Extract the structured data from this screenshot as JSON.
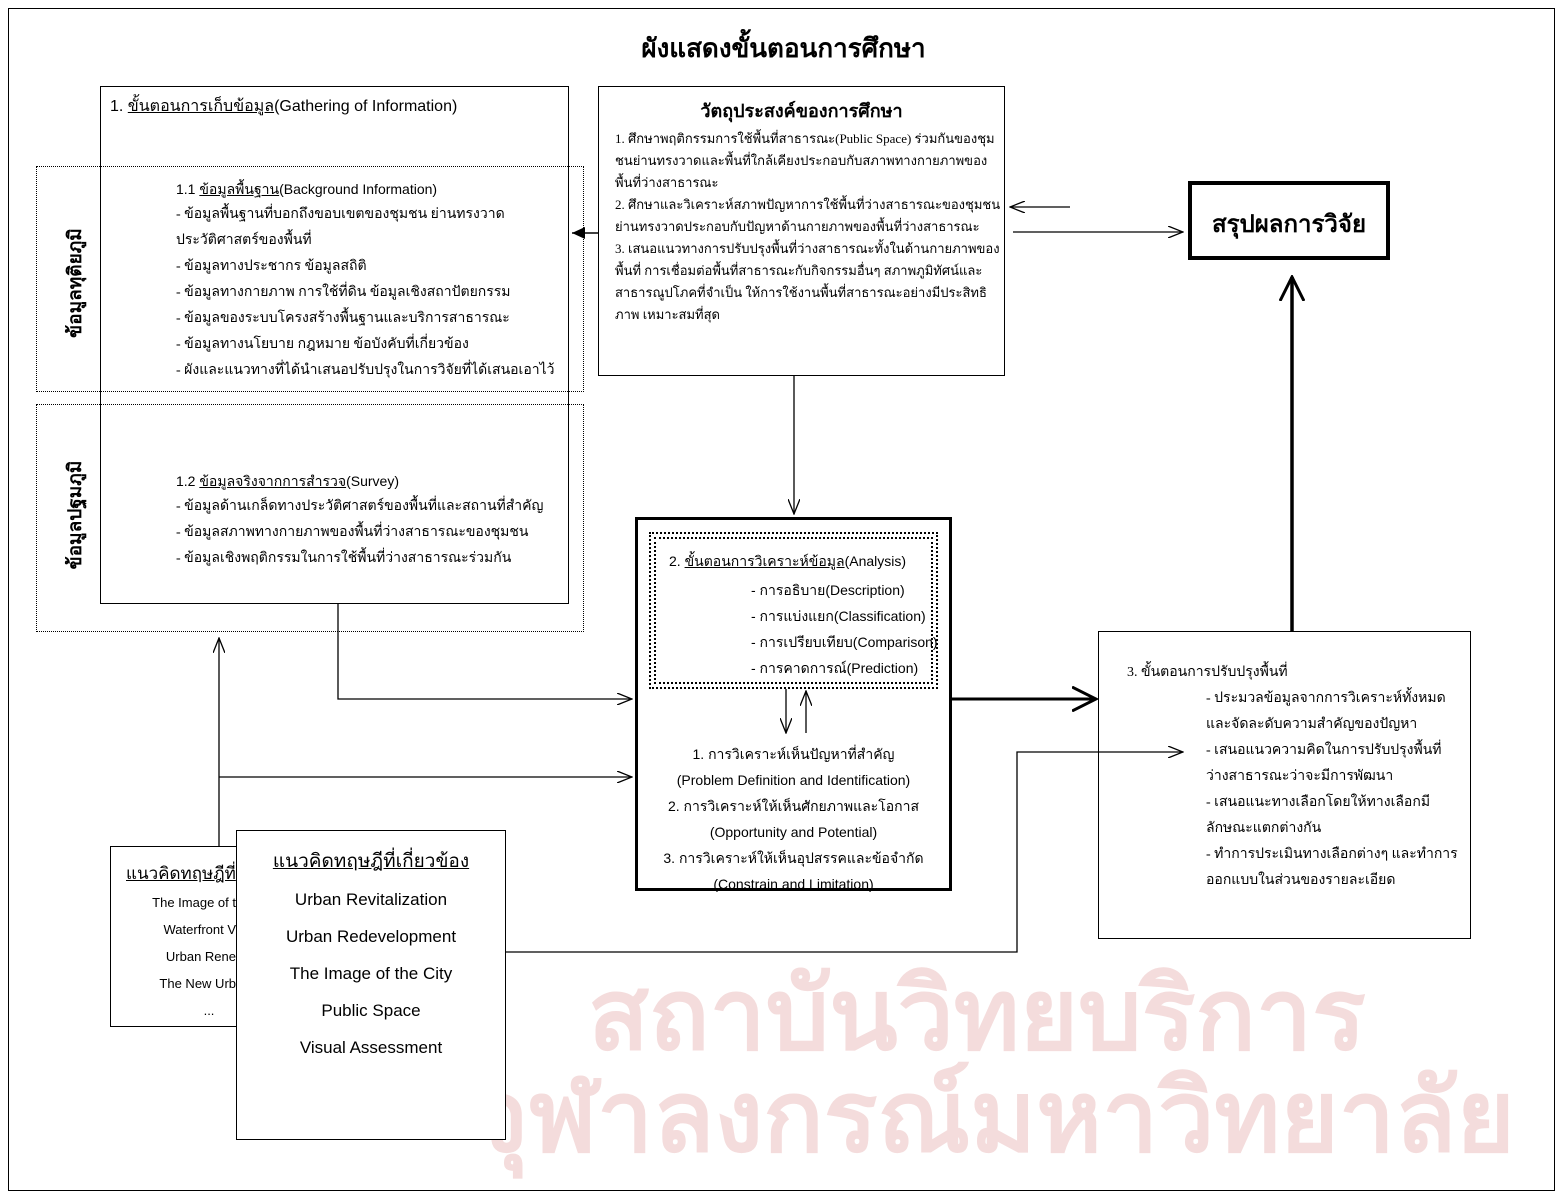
{
  "title": "ผังแสดงขั้นตอนการศึกษา",
  "watermark": {
    "line1": "สถาบันวิทยบริการ",
    "line2": "จุฬาลงกรณ์มหาวิทยาลัย"
  },
  "gathering": {
    "heading_prefix": "1. ",
    "heading_underlined": "ขั้นตอนการเก็บข้อมูล",
    "heading_suffix": "(Gathering of Information)",
    "secondary_label": "ข้อมูลทุติยภูมิ",
    "primary_label": "ข้อมูลปฐมภูมิ",
    "background": {
      "heading_prefix": "1.1 ",
      "heading_underlined": "ข้อมูลพื้นฐาน",
      "heading_suffix": "(Background Information)",
      "items": [
        "- ข้อมูลพื้นฐานที่บอกถึงขอบเขตของชุมชน ย่านทรงวาด",
        "  ประวัติศาสตร์ของพื้นที่",
        "- ข้อมูลทางประชากร ข้อมูลสถิติ",
        "- ข้อมูลทางกายภาพ การใช้ที่ดิน ข้อมูลเชิงสถาปัตยกรรม",
        "- ข้อมูลของระบบโครงสร้างพื้นฐานและบริการสาธารณะ",
        "- ข้อมูลทางนโยบาย กฎหมาย ข้อบังคับที่เกี่ยวข้อง",
        "- ผังและแนวทางที่ได้นำเสนอปรับปรุงในการวิจัยที่ได้เสนอเอาไว้"
      ]
    },
    "survey": {
      "heading_prefix": "1.2 ",
      "heading_underlined": "ข้อมูลจริงจากการสำรวจ",
      "heading_suffix": "(Survey)",
      "items": [
        "- ข้อมูลด้านเกล็ดทางประวัติศาสตร์ของพื้นที่และสถานที่สำคัญ",
        "- ข้อมูลสภาพทางกายภาพของพื้นที่ว่างสาธารณะของชุมชน",
        "- ข้อมูลเชิงพฤติกรรมในการใช้พื้นที่ว่างสาธารณะร่วมกัน"
      ]
    }
  },
  "objectives": {
    "heading": "วัตถุประสงค์ของการศึกษา",
    "lines": [
      "1. ศึกษาพฤติกรรมการใช้พื้นที่สาธารณะ(Public Space) ร่วมกันของชุม",
      "ชนย่านทรงวาดและพื้นที่ใกล้เคียงประกอบกับสภาพทางกายภาพของ",
      "พื้นที่ว่างสาธารณะ",
      "2. ศึกษาและวิเคราะห์สภาพปัญหาการใช้พื้นที่ว่างสาธารณะของชุมชน",
      "ย่านทรงวาดประกอบกับปัญหาด้านกายภาพของพื้นที่ว่างสาธารณะ",
      "3. เสนอแนวทางการปรับปรุงพื้นที่ว่างสาธารณะทั้งในด้านกายภาพของ",
      "พื้นที่ การเชื่อมต่อพื้นที่สาธารณะกับกิจกรรมอื่นๆ สภาพภูมิทัศน์และ",
      "สาธารณูปโภคที่จำเป็น ให้การใช้งานพื้นที่สาธารณะอย่างมีประสิทธิ",
      "ภาพ เหมาะสมที่สุด"
    ]
  },
  "result": {
    "label": "สรุปผลการวิจัย"
  },
  "analysis": {
    "heading_prefix": "2. ",
    "heading_underlined": "ขั้นตอนการวิเคราะห์ข้อมูล",
    "heading_suffix": "(Analysis)",
    "methods": [
      "- การอธิบาย(Description)",
      "- การแบ่งแยก(Classification)",
      "- การเปรียบเทียบ(Comparison)",
      "- การคาดการณ์(Prediction)"
    ],
    "results": [
      "1. การวิเคราะห์เห็นปัญหาที่สำคัญ",
      "(Problem Definition and Identification)",
      "2. การวิเคราะห์ให้เห็นศักยภาพและโอกาส",
      "(Opportunity and Potential)",
      "3. การวิเคราะห์ให้เห็นอุปสรรคและข้อจำกัด",
      "(Constrain and Limitation)"
    ]
  },
  "improvement": {
    "heading": "3. ขั้นตอนการปรับปรุงพื้นที่",
    "lines": [
      "- ประมวลข้อมูลจากการวิเคราะห์ทั้งหมด",
      "และจัดละดับความสำคัญของปัญหา",
      "- เสนอแนวความคิดในการปรับปรุงพื้นที่",
      "ว่างสาธารณะว่าจะมีการพัฒนา",
      "- เสนอแนะทางเลือกโดยให้ทางเลือกมี",
      "ลักษณะแตกต่างกัน",
      "- ทำการประเมินทางเลือกต่างๆ และทำการ",
      "ออกแบบในส่วนของรายละเอียด"
    ]
  },
  "theory_back": {
    "heading": "แนวคิดทฤษฎีที่",
    "items": [
      "The Image of t",
      "Waterfront V",
      "Urban Rene",
      "The New Urb",
      "..."
    ]
  },
  "theory_front": {
    "heading": "แนวคิดทฤษฎีที่เกี่ยวข้อง",
    "items": [
      "Urban Revitalization",
      "Urban Redevelopment",
      "The Image of the City",
      "Public Space",
      "Visual Assessment"
    ]
  }
}
